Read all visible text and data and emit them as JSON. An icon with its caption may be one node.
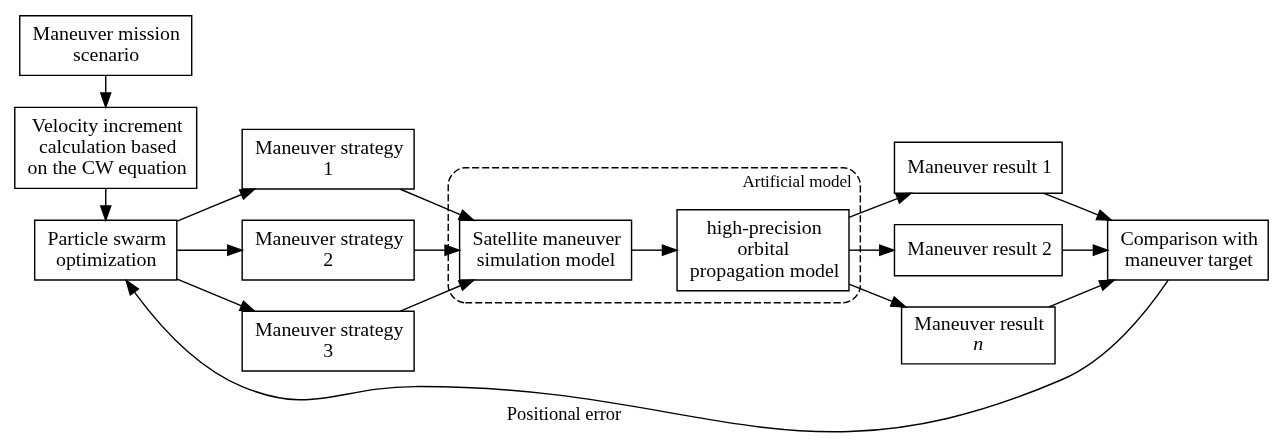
{
  "diagram": {
    "nodes": [
      {
        "text": [
          "Maneuver mission scenario"
        ]
      },
      {
        "text": [
          "Velocity increment calculation based on the CW equation"
        ]
      },
      {
        "text": [
          "Particle swarm optimization"
        ]
      },
      {
        "text": [
          "Maneuver strategy 1"
        ]
      },
      {
        "text": [
          "Maneuver strategy 2"
        ]
      },
      {
        "text": [
          "Maneuver strategy 3"
        ]
      },
      {
        "text": [
          "Artificial model"
        ]
      },
      {
        "text": [
          "Satellite maneuver simulation model"
        ],
        "in": 6
      },
      {
        "text": [
          "high-precision orbital propagation model"
        ],
        "in": 6
      },
      {
        "text": [
          "Maneuver result 1"
        ]
      },
      {
        "text": [
          "Maneuver result 2"
        ]
      },
      {
        "text": [
          "Maneuver result *n*"
        ]
      },
      {
        "text": [
          "Comparison with maneuver target"
        ]
      }
    ],
    "edges": [
      {
        "from": 0,
        "to": 1,
        "arrow": "to"
      },
      {
        "from": 1,
        "to": 2,
        "arrow": "to"
      },
      {
        "from": 2,
        "to": 3,
        "arrow": "to"
      },
      {
        "from": 2,
        "to": 4,
        "arrow": "to"
      },
      {
        "from": 2,
        "to": 5,
        "arrow": "to"
      },
      {
        "from": 3,
        "to": 7,
        "arrow": "to"
      },
      {
        "from": 4,
        "to": 7,
        "arrow": "to"
      },
      {
        "from": 5,
        "to": 7,
        "arrow": "to"
      },
      {
        "from": 7,
        "to": 8,
        "arrow": "to"
      },
      {
        "from": 8,
        "to": 9,
        "arrow": "to"
      },
      {
        "from": 8,
        "to": 10,
        "arrow": "to"
      },
      {
        "from": 8,
        "to": 11,
        "arrow": "to"
      },
      {
        "from": 9,
        "to": 12,
        "arrow": "to"
      },
      {
        "from": 10,
        "to": 12,
        "arrow": "to"
      },
      {
        "from": 11,
        "to": 12,
        "arrow": "to"
      },
      {
        "from": 12,
        "to": 2,
        "arrow": "to",
        "label": "Positional error"
      }
    ]
  }
}
